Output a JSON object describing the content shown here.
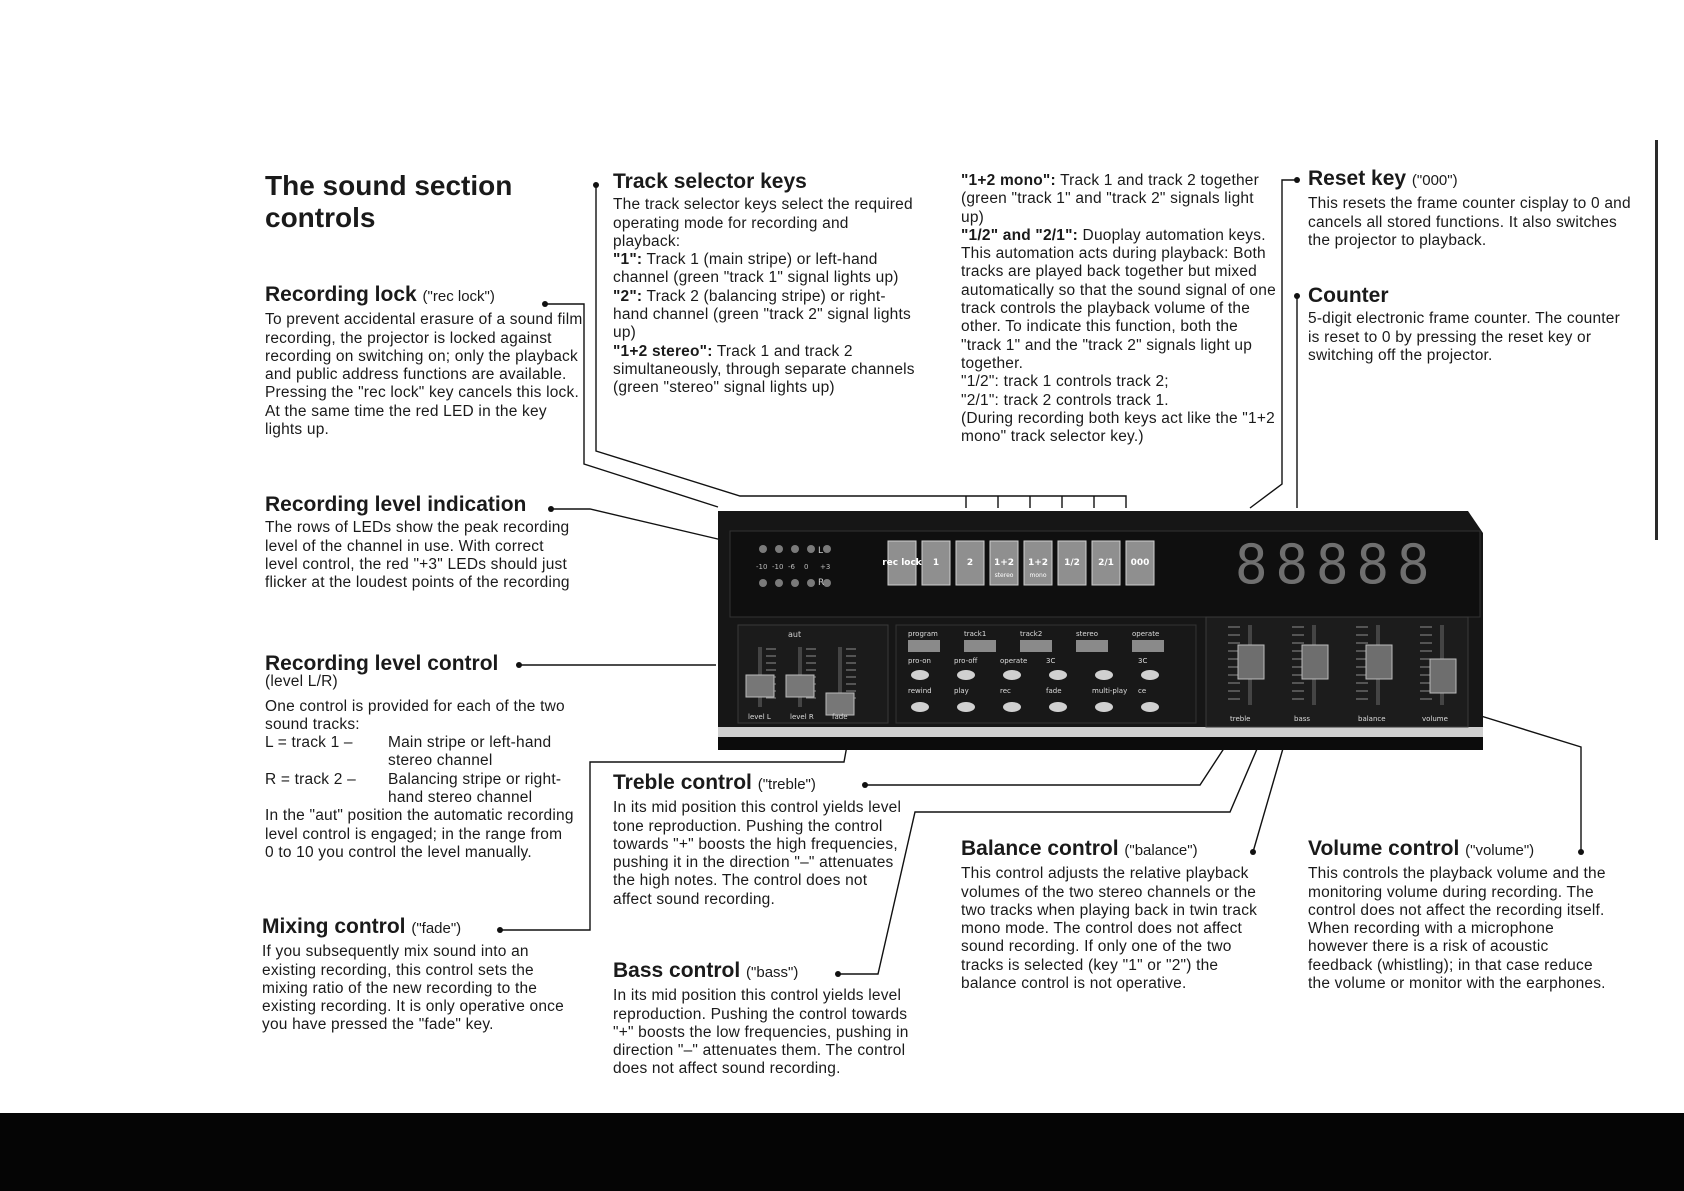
{
  "page": {
    "title_line1": "The sound section",
    "title_line2": "controls"
  },
  "recording_lock": {
    "heading": "Recording lock",
    "key": "(\"rec lock\")",
    "body1": "To prevent accidental erasure of a sound film recording, the projector is locked against recording on switching on; only the playback and public address functions are available.",
    "body2": "Pressing the \"rec lock\" key cancels this lock. At the same time the red LED in the key lights up."
  },
  "level_indication": {
    "heading": "Recording level indication",
    "body": "The rows of LEDs show the peak recording level of the channel in use. With correct level control, the red \"+3\" LEDs should just flicker at the loudest points of the recording"
  },
  "level_control": {
    "heading": "Recording level control",
    "key": "(level L/R)",
    "intro": "One control is provided for each of the two sound tracks:",
    "l_key": "L = track 1 –",
    "l_val": "Main stripe or left-hand stereo channel",
    "r_key": "R = track 2 –",
    "r_val": "Balancing stripe or right-hand stereo channel",
    "outro": "In the \"aut\" position the automatic recording level control is engaged; in the range from 0 to 10 you control the level manually."
  },
  "mixing": {
    "heading": "Mixing control",
    "key": "(\"fade\")",
    "body": "If you subsequently mix sound into an existing recording, this control sets the mixing ratio of the new recording to the existing recording. It is only operative once you have pressed the \"fade\" key."
  },
  "track_selector": {
    "heading": "Track selector keys",
    "intro": "The track selector keys select the required operating mode for recording and playback:",
    "k1": "\"1\":",
    "t1": "Track 1 (main stripe) or left-hand channel (green \"track 1\" signal lights up)",
    "k2": "\"2\":",
    "t2": "Track 2 (balancing stripe) or right-hand channel (green \"track 2\" signal lights up)",
    "k3": "\"1+2 stereo\":",
    "t3": "Track 1 and track 2 simultaneously, through separate channels (green \"stereo\" signal lights up)"
  },
  "mono": {
    "k1": "\"1+2 mono\":",
    "t1": "Track 1 and track 2 together (green \"track 1\" and \"track 2\" signals light up)",
    "k2": "\"1/2\" and \"2/1\":",
    "t2": "Duoplay automation keys. This automation acts during playback: Both tracks are played back together but mixed automatically so that the sound signal of one track controls the playback volume of the other. To indicate this function, both the \"track 1\" and the \"track 2\" signals light up together.",
    "t3": "\"1/2\": track 1 controls track 2;",
    "t4": "\"2/1\": track 2 controls track 1.",
    "t5": "(During recording both keys act like the \"1+2 mono\" track selector key.)"
  },
  "reset": {
    "heading": "Reset key",
    "key": "(\"000\")",
    "body": "This resets the frame counter cisplay to 0 and cancels all stored functions. It also switches the projector to playback."
  },
  "counter": {
    "heading": "Counter",
    "body": "5-digit electronic frame counter. The counter is reset to 0 by pressing the reset key or switching off the projector."
  },
  "treble": {
    "heading": "Treble control",
    "key": "(\"treble\")",
    "body": "In its mid position this control yields level tone reproduction. Pushing the control towards \"+\" boosts the high frequencies, pushing it in the direction \"–\" attenuates the high notes. The control does not affect sound recording."
  },
  "bass": {
    "heading": "Bass control",
    "key": "(\"bass\")",
    "body": "In its mid position this control yields level reproduction. Pushing the control towards \"+\" boosts the low frequencies, pushing in direction \"–\" attenuates them. The control does not affect sound recording."
  },
  "balance": {
    "heading": "Balance control",
    "key": "(\"balance\")",
    "body": "This control adjusts the relative playback volumes of the two stereo channels or the two tracks when playing back in twin track mono mode. The control does not affect sound recording. If only one of the two tracks is selected (key \"1\" or \"2\") the balance control is not operative."
  },
  "volume": {
    "heading": "Volume control",
    "key": "(\"volume\")",
    "body": "This controls the playback volume and the monitoring volume during recording. The control does not affect the recording itself. When recording with a microphone however there is a risk of acoustic feedback (whistling); in that case reduce the volume or monitor with the earphones."
  },
  "panel": {
    "led_scale": [
      "-10",
      "-10",
      "-6",
      "0",
      "+3"
    ],
    "led_l": "L",
    "led_r": "R",
    "keys": [
      "rec lock",
      "1",
      "2",
      "1+2",
      "1+2",
      "1/2",
      "2/1",
      "000"
    ],
    "key_sub": [
      "",
      "",
      "",
      "stereo",
      "mono",
      "",
      "",
      ""
    ],
    "counter_digits": "88888",
    "signal_labels": [
      "program",
      "track1",
      "track2",
      "stereo",
      "operate"
    ],
    "func_row1": [
      "pro-on",
      "pro-off",
      "operate",
      "3C",
      "",
      "3C"
    ],
    "func_row2": [
      "rewind",
      "play",
      "rec",
      "fade",
      "multi-play",
      "ce"
    ],
    "aut": "aut",
    "slider_labels_left": [
      "level L",
      "level R",
      "fade"
    ],
    "slider_labels_right": [
      "treble",
      "bass",
      "balance",
      "volume"
    ]
  },
  "colors": {
    "panel": "#161616",
    "panel_edge": "#3a3a3a",
    "key": "#bdbdbd",
    "ink": "#1a1a1a"
  }
}
